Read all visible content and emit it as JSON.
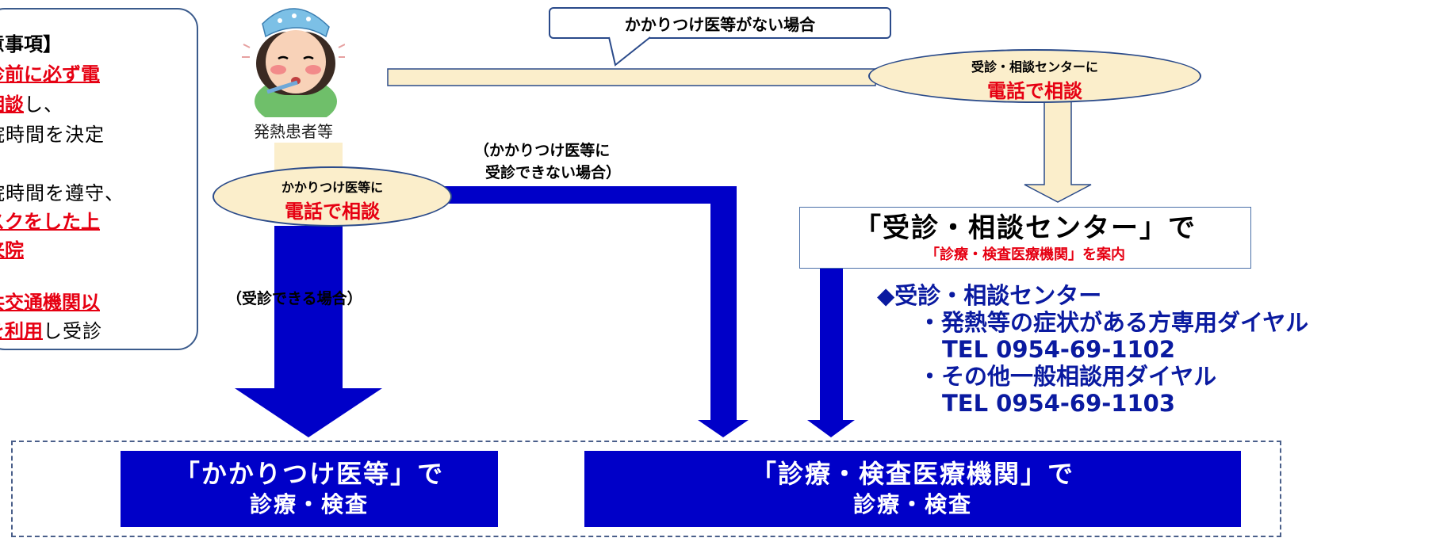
{
  "notes": {
    "lines": [
      {
        "text": "意事項】",
        "style": "black"
      },
      {
        "text": "診前に必ず電",
        "style": "red"
      },
      {
        "red": "相談",
        "rest": "し、"
      },
      {
        "text": "院時間を決定",
        "style": "plain"
      },
      {
        "text": "院時間を遵守、",
        "style": "plain"
      },
      {
        "text": "スクをした上",
        "style": "red"
      },
      {
        "text": "来院",
        "style": "red"
      },
      {
        "text": "共交通機関以",
        "style": "red"
      },
      {
        "red": "を利用",
        "rest": "し受診"
      }
    ]
  },
  "patient": {
    "label": "発熱患者等",
    "icon": "feverish-patient-icon"
  },
  "callout": {
    "text": "かかりつけ医等がない場合"
  },
  "ellipse_center": {
    "line1": "受診・相談センターに",
    "line2": "電話で相談"
  },
  "ellipse_doctor": {
    "line1": "かかりつけ医等に",
    "line2": "電話で相談"
  },
  "labels": {
    "cannot_visit_1": "（かかりつけ医等に",
    "cannot_visit_2": "受診できない場合）",
    "can_visit": "（受診できる場合）"
  },
  "center_box": {
    "title": "「受診・相談センター」で",
    "subtitle": "「診療・検査医療機関」を案内"
  },
  "info": {
    "heading": "◆受診・相談センター",
    "item1": "・発熱等の症状がある方専用ダイヤル",
    "tel1": "TEL 0954-69-1102",
    "item2": "・その他一般相談用ダイヤル",
    "tel2": "TEL 0954-69-1103"
  },
  "bottom": {
    "left_line1": "「かかりつけ医等」で",
    "left_line2": "診療・検査",
    "right_line1": "「診療・検査医療機関」で",
    "right_line2": "診療・検査"
  },
  "colors": {
    "arrow_blue": "#0000c8",
    "beige": "#fbeecb",
    "red_text": "#e60012",
    "info_blue": "#0a1aa0"
  }
}
